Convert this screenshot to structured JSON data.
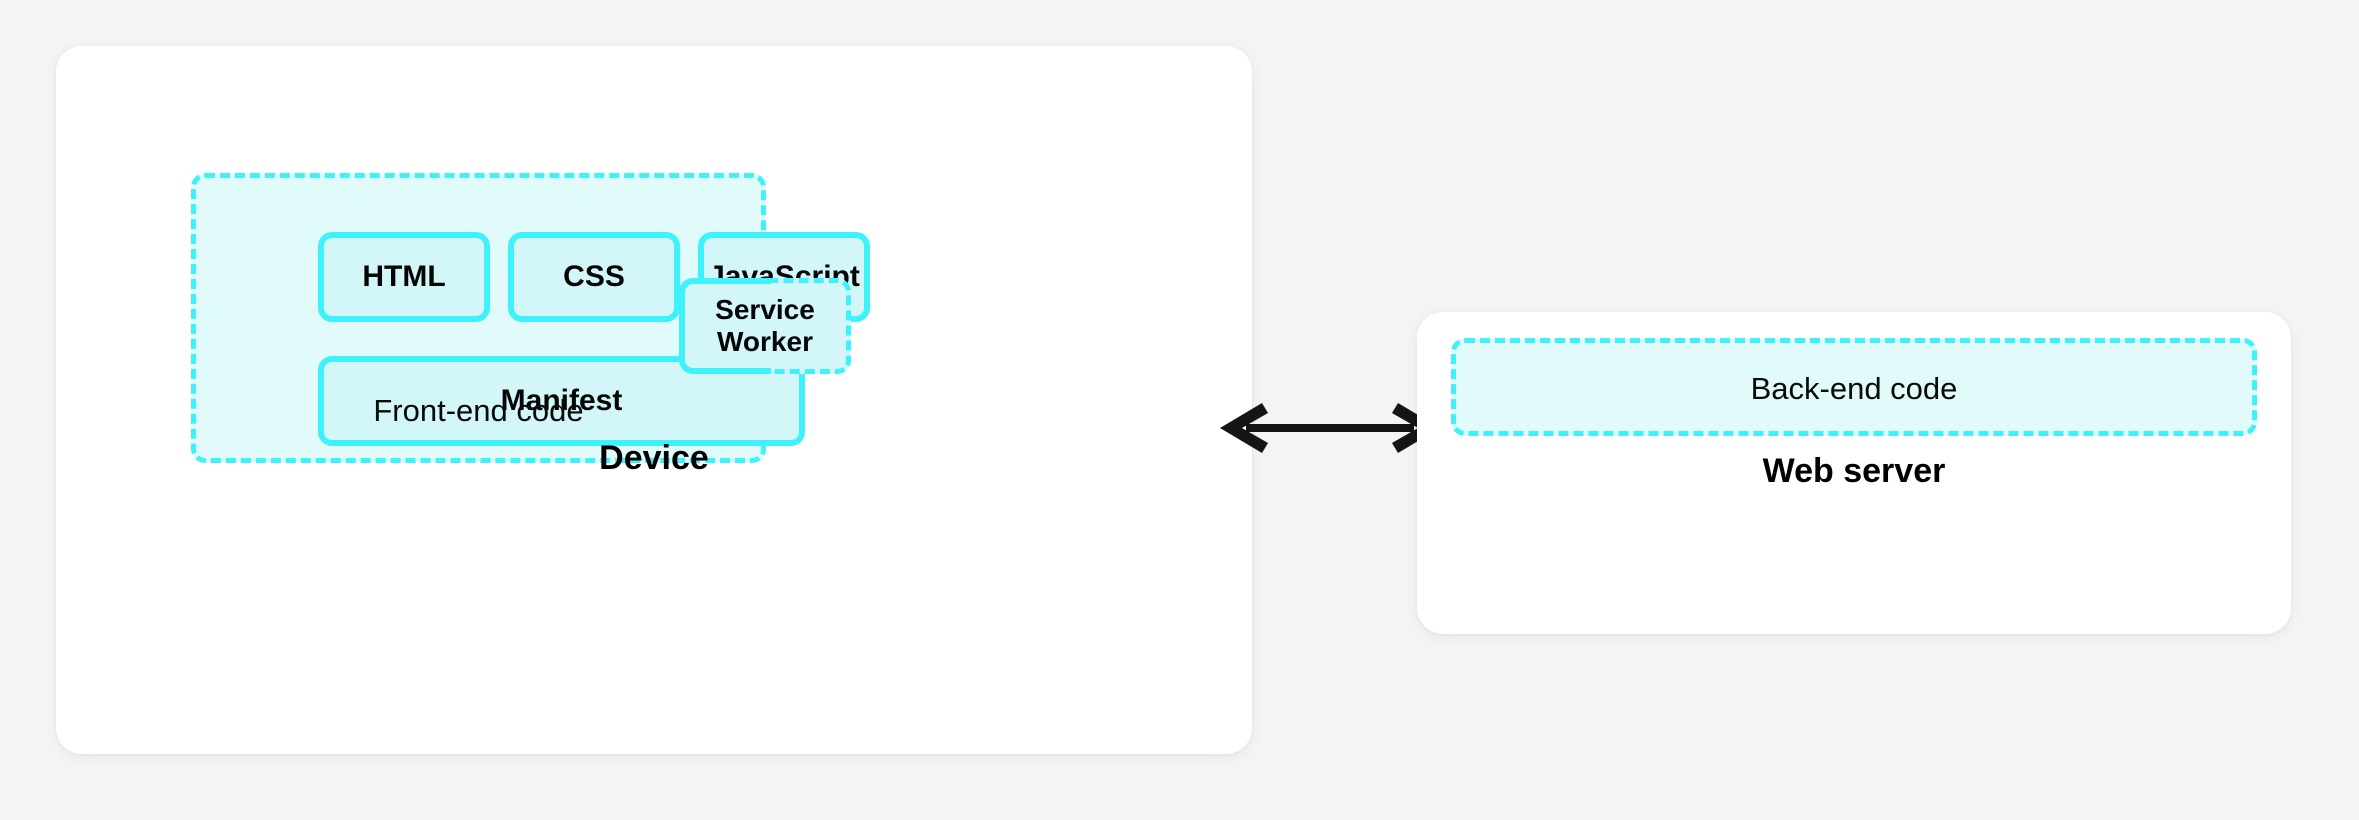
{
  "diagram": {
    "title_semantics": "progressive-web-app-architecture",
    "colors": {
      "page_background": "#f4f4f4",
      "card_background": "#ffffff",
      "accent_border": "#3ef1fb",
      "region_fill": "#e1fbfb",
      "block_fill": "#d3f6f8",
      "text": "#000000",
      "arrow": "#151515"
    }
  },
  "device": {
    "caption": "Device",
    "frontend": {
      "caption": "Front-end code",
      "blocks": [
        {
          "label": "HTML"
        },
        {
          "label": "CSS"
        },
        {
          "label": "JavaScript"
        },
        {
          "label": "Manifest"
        }
      ],
      "service_worker": {
        "line1": "Service",
        "line2": "Worker"
      }
    }
  },
  "connector": {
    "icon": "double-headed-arrow",
    "direction": "bidirectional"
  },
  "server": {
    "caption": "Web server",
    "backend": {
      "caption": "Back-end code"
    }
  }
}
